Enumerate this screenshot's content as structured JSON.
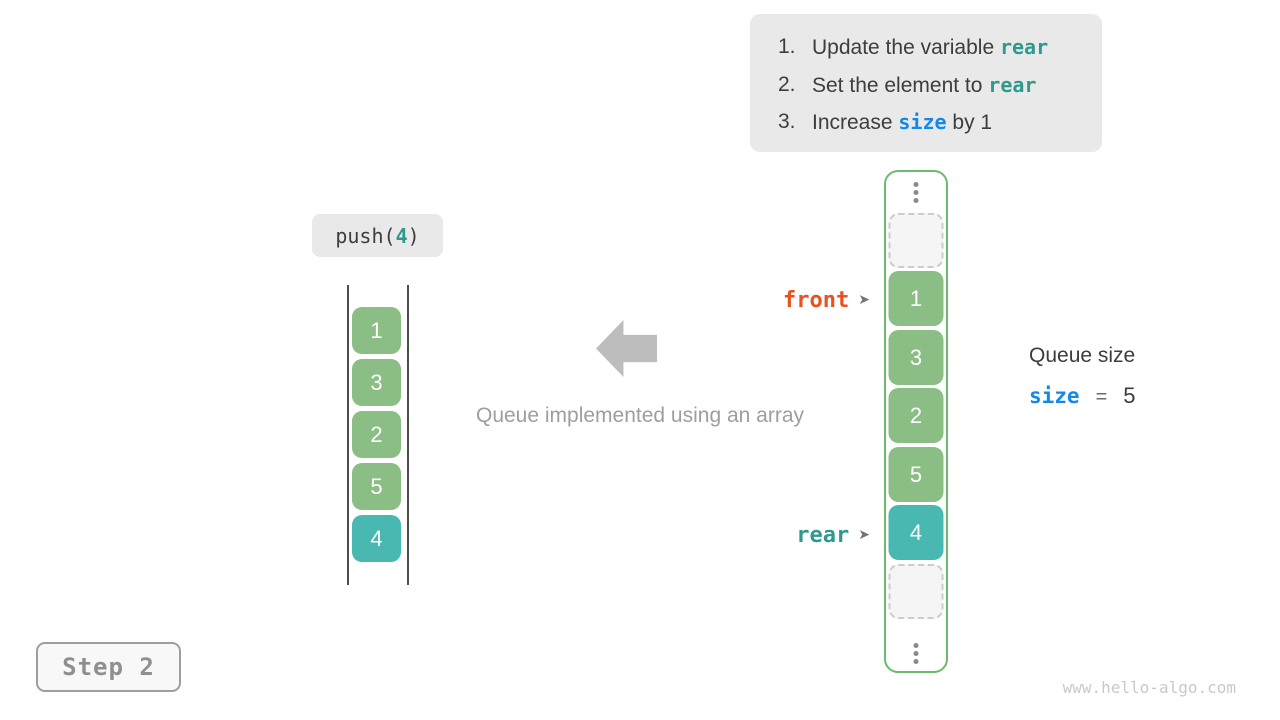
{
  "instructions": {
    "items": [
      {
        "number": "1.",
        "prefix": "Update the variable ",
        "code": "rear",
        "suffix": ""
      },
      {
        "number": "2.",
        "prefix": "Set the element to ",
        "code": "rear",
        "suffix": ""
      },
      {
        "number": "3.",
        "prefix": "Increase ",
        "code": "size",
        "suffix": " by 1"
      }
    ]
  },
  "operation": {
    "prefix": "push(",
    "argument": "4",
    "suffix": ")"
  },
  "left_stack": {
    "values": [
      "1",
      "3",
      "2",
      "5",
      "4"
    ],
    "highlight_index": 4
  },
  "caption": "Queue implemented using an array",
  "queue": {
    "front_label": "front",
    "rear_label": "rear",
    "pointer_glyph": "➤",
    "cells": [
      {
        "value": "1"
      },
      {
        "value": "3"
      },
      {
        "value": "2"
      },
      {
        "value": "5"
      },
      {
        "value": "4"
      }
    ]
  },
  "queue_size": {
    "title": "Queue size",
    "variable": "size",
    "operator": "=",
    "value": "5"
  },
  "step": {
    "label": "Step 2"
  },
  "watermark": "www.hello-algo.com",
  "colors": {
    "green": "#8abe84",
    "teal": "#48b8b0",
    "teal_text": "#2f9a8c",
    "orange": "#ea511e",
    "blue": "#1289e8",
    "text_dark": "#3d3d3d",
    "gray_caption": "#9e9e9e",
    "arrow_gray": "#bdbdbd",
    "box_bg": "#e9e9e9",
    "border_green": "#6cbb6c",
    "dashed_border": "#cccccc",
    "dashed_bg": "#f5f5f5",
    "dot_gray": "#8a8a8a",
    "rail_gray": "#4d4d4d",
    "step_text": "#8f8f8f",
    "step_border": "#9e9e9e",
    "step_bg": "#f8f8f8",
    "watermark": "#c9c9c9",
    "pointer_gray": "#757575",
    "equals_gray": "#6b6b6b"
  }
}
